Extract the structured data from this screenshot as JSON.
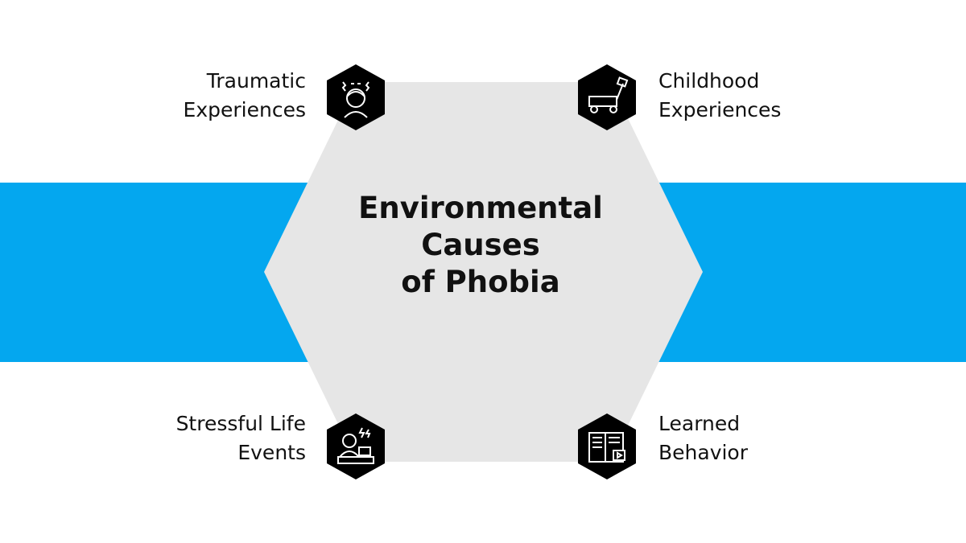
{
  "center": {
    "lines": [
      "Environmental",
      "Causes",
      "of Phobia"
    ]
  },
  "colors": {
    "band": "#04a7ef",
    "hexagon": "#e6e6e6",
    "icon_bg": "#000000"
  },
  "items": [
    {
      "lines": [
        "Traumatic",
        "Experiences"
      ],
      "icon": "stressed-person-icon"
    },
    {
      "lines": [
        "Childhood",
        "Experiences"
      ],
      "icon": "toy-wagon-icon"
    },
    {
      "lines": [
        "Stressful Life",
        "Events"
      ],
      "icon": "overworked-person-icon"
    },
    {
      "lines": [
        "Learned",
        "Behavior"
      ],
      "icon": "book-video-icon"
    }
  ]
}
